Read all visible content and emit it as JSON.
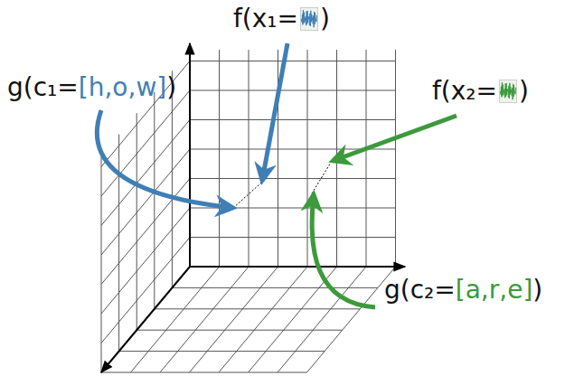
{
  "diagram": {
    "labels": [
      "f(x₁=",
      ")",
      "g(c₁=",
      "[h,o,w]",
      ")",
      "f(x₂=",
      ")",
      "g(c₂=",
      "[a,r,e]",
      ")"
    ]
  }
}
